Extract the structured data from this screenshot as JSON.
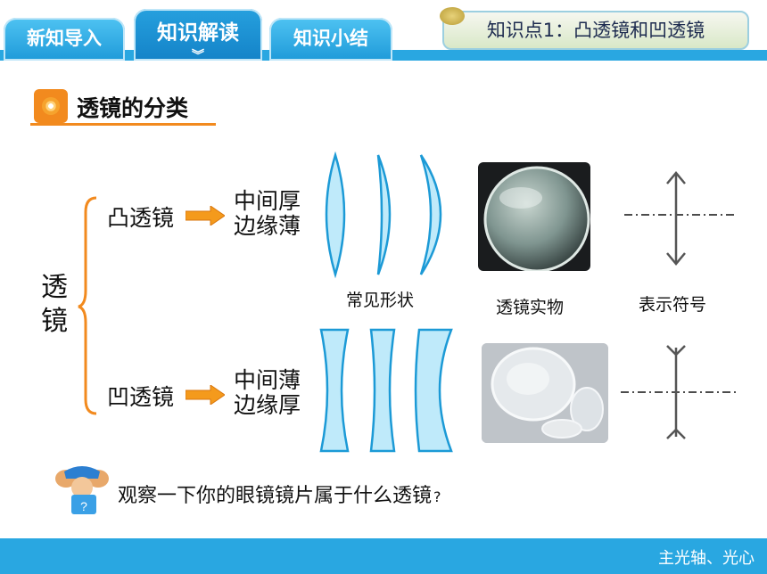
{
  "tabs": [
    {
      "label": "新知导入",
      "active": false
    },
    {
      "label": "知识解读",
      "active": true
    },
    {
      "label": "知识小结",
      "active": false
    }
  ],
  "knowledge_point": "知识点1：凸透镜和凹透镜",
  "section_title": "透镜的分类",
  "side_label": "透镜",
  "convex": {
    "name": "凸透镜",
    "line1": "中间厚",
    "line2": "边缘薄"
  },
  "concave": {
    "name": "凹透镜",
    "line1": "中间薄",
    "line2": "边缘厚"
  },
  "captions": {
    "shapes": "常见形状",
    "photo": "透镜实物",
    "symbol": "表示符号"
  },
  "question": "观察一下你的眼镜镜片属于什么透镜",
  "question_mark": "?",
  "footer_link": "主光轴、光心",
  "colors": {
    "accent": "#29a7e1",
    "orange": "#f28a1e",
    "lens_fill": "#bfeafa",
    "lens_stroke": "#1c9ad6"
  }
}
